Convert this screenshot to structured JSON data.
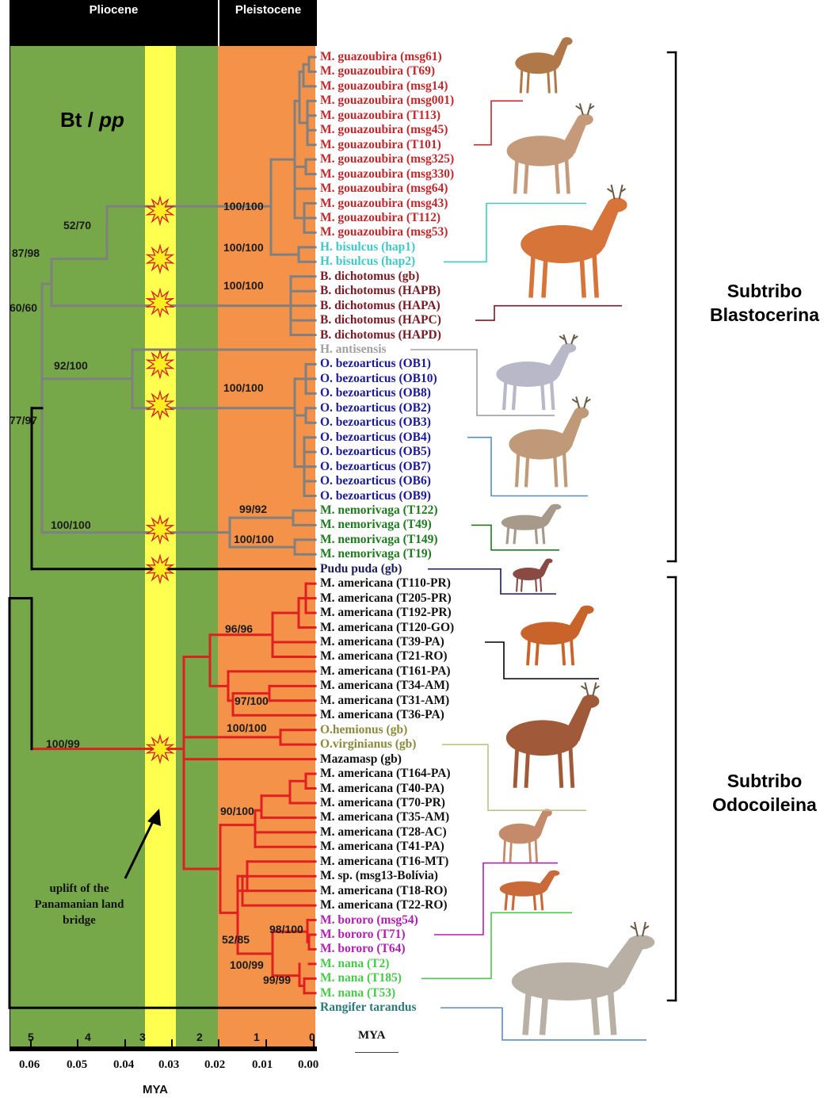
{
  "periods": {
    "pliocene": "Pliocene",
    "pleistocene": "Pleistocene"
  },
  "method": {
    "prefix": "Bt /",
    "suffix": "pp"
  },
  "annotation": "uplift of the Panamanian land bridge",
  "axis": {
    "top_ticks": [
      "5",
      "4",
      "3",
      "2",
      "1",
      "0"
    ],
    "top_unit": "MYA",
    "bottom_ticks": [
      "0.06",
      "0.05",
      "0.04",
      "0.03",
      "0.02",
      "0.01",
      "0.00"
    ],
    "bottom_label": "MYA"
  },
  "subtribes": {
    "blastocerina": [
      "Subtribo",
      "Blastocerina"
    ],
    "odocoileina": [
      "Subtribo",
      "Odocoileina"
    ]
  },
  "colors": {
    "pliocene_bg": "#76a84a",
    "pleistocene_bg": "#f4924a",
    "uplift_band": "#ffff4f",
    "guazoubira": "#c0282b",
    "bisulcus": "#40c8c8",
    "dichotomus": "#7a1a24",
    "antisensis": "#a0a0a0",
    "bezoarticus": "#1a1a9a",
    "nemorivaga": "#1f7a1f",
    "pudu": "#1a1a5a",
    "americana": "#111111",
    "odocoileus": "#8a8a3a",
    "bororo": "#b020b0",
    "nana": "#4ac84a",
    "rangifer": "#2a7a7a",
    "branch_grey": "#808080",
    "branch_red": "#e02020",
    "branch_black": "#000000"
  },
  "taxa": [
    {
      "label": "M. guazoubira (msg61)",
      "group": "guazoubira"
    },
    {
      "label": "M. gouazoubira (T69)",
      "group": "guazoubira"
    },
    {
      "label": "M. gouazoubira (msg14)",
      "group": "guazoubira"
    },
    {
      "label": "M. gouazoubira (msg001)",
      "group": "guazoubira"
    },
    {
      "label": "M. gouazoubira (T113)",
      "group": "guazoubira"
    },
    {
      "label": "M. gouazoubira (msg45)",
      "group": "guazoubira"
    },
    {
      "label": "M. gouazoubira (T101)",
      "group": "guazoubira"
    },
    {
      "label": "M. gouazoubira (msg325)",
      "group": "guazoubira"
    },
    {
      "label": "M. gouazoubira (msg330)",
      "group": "guazoubira"
    },
    {
      "label": "M. gouazoubira (msg64)",
      "group": "guazoubira"
    },
    {
      "label": "M. gouazoubira (msg43)",
      "group": "guazoubira"
    },
    {
      "label": "M. gouazoubira (T112)",
      "group": "guazoubira"
    },
    {
      "label": "M. gouazoubira (msg53)",
      "group": "guazoubira"
    },
    {
      "label": "H. bisulcus (hap1)",
      "group": "bisulcus"
    },
    {
      "label": "H. bisulcus (hap2)",
      "group": "bisulcus"
    },
    {
      "label": "B. dichotomus (gb)",
      "group": "dichotomus"
    },
    {
      "label": "B. dichotomus (HAPB)",
      "group": "dichotomus"
    },
    {
      "label": "B. dichotomus (HAPA)",
      "group": "dichotomus"
    },
    {
      "label": "B. dichotomus (HAPC)",
      "group": "dichotomus"
    },
    {
      "label": "B. dichotomus (HAPD)",
      "group": "dichotomus"
    },
    {
      "label": "H. antisensis",
      "group": "antisensis"
    },
    {
      "label": "O. bezoarticus (OB1)",
      "group": "bezoarticus"
    },
    {
      "label": "O. bezoarticus (OB10)",
      "group": "bezoarticus"
    },
    {
      "label": "O. bezoarticus (OB8)",
      "group": "bezoarticus"
    },
    {
      "label": "O. bezoarticus (OB2)",
      "group": "bezoarticus"
    },
    {
      "label": "O. bezoarticus (OB3)",
      "group": "bezoarticus"
    },
    {
      "label": "O. bezoarticus (OB4)",
      "group": "bezoarticus"
    },
    {
      "label": "O. bezoarticus (OB5)",
      "group": "bezoarticus"
    },
    {
      "label": "O. bezoarticus (OB7)",
      "group": "bezoarticus"
    },
    {
      "label": "O. bezoarticus (OB6)",
      "group": "bezoarticus"
    },
    {
      "label": "O. bezoarticus (OB9)",
      "group": "bezoarticus"
    },
    {
      "label": "M. nemorivaga (T122)",
      "group": "nemorivaga"
    },
    {
      "label": "M. nemorivaga (T49)",
      "group": "nemorivaga"
    },
    {
      "label": "M. nemorivaga (T149)",
      "group": "nemorivaga"
    },
    {
      "label": "M. nemorivaga (T19)",
      "group": "nemorivaga"
    },
    {
      "label": "Pudu puda (gb)",
      "group": "pudu"
    },
    {
      "label": "M. americana (T110-PR)",
      "group": "americana"
    },
    {
      "label": "M. americana (T205-PR)",
      "group": "americana"
    },
    {
      "label": "M. americana (T192-PR)",
      "group": "americana"
    },
    {
      "label": "M. americana (T120-GO)",
      "group": "americana"
    },
    {
      "label": "M. americana (T39-PA)",
      "group": "americana"
    },
    {
      "label": "M. americana (T21-RO)",
      "group": "americana"
    },
    {
      "label": "M. americana (T161-PA)",
      "group": "americana"
    },
    {
      "label": "M. americana (T34-AM)",
      "group": "americana"
    },
    {
      "label": "M. americana (T31-AM)",
      "group": "americana"
    },
    {
      "label": "M. americana (T36-PA)",
      "group": "americana"
    },
    {
      "label": "O.hemionus (gb)",
      "group": "odocoileus"
    },
    {
      "label": "O.virginianus (gb)",
      "group": "odocoileus"
    },
    {
      "label": "Mazamasp (gb)",
      "group": "americana"
    },
    {
      "label": "M. americana (T164-PA)",
      "group": "americana"
    },
    {
      "label": "M. americana (T40-PA)",
      "group": "americana"
    },
    {
      "label": "M. americana (T70-PR)",
      "group": "americana"
    },
    {
      "label": "M. americana (T35-AM)",
      "group": "americana"
    },
    {
      "label": "M. americana (T28-AC)",
      "group": "americana"
    },
    {
      "label": "M. americana (T41-PA)",
      "group": "americana"
    },
    {
      "label": "M. americana (T16-MT)",
      "group": "americana"
    },
    {
      "label": "M. sp. (msg13-Bolívia)",
      "group": "americana"
    },
    {
      "label": "M. americana (T18-RO)",
      "group": "americana"
    },
    {
      "label": "M. americana (T22-RO)",
      "group": "americana"
    },
    {
      "label": "M. bororo (msg54)",
      "group": "bororo"
    },
    {
      "label": "M. bororo (T71)",
      "group": "bororo"
    },
    {
      "label": "M. bororo (T64)",
      "group": "bororo"
    },
    {
      "label": "M. nana (T2)",
      "group": "nana"
    },
    {
      "label": "M. nana (T185)",
      "group": "nana"
    },
    {
      "label": "M. nana (T53)",
      "group": "nana"
    },
    {
      "label": "Rangifer tarandus",
      "group": "rangifer"
    }
  ],
  "supports": [
    "100/100",
    "52/70",
    "87/98",
    "100/100",
    "60/60",
    "100/100",
    "92/100",
    "100/100",
    "77/97",
    "99/92",
    "100/100",
    "100/100",
    "96/96",
    "97/100",
    "100/100",
    "100/99",
    "90/100",
    "98/100",
    "52/85",
    "100/99",
    "99/99"
  ],
  "illustrations": [
    "gray-brocket-deer",
    "gray-brocket-deer-buck",
    "marsh-deer",
    "taruca",
    "pampas-deer",
    "amazonian-brown-brocket",
    "pudu",
    "red-brocket",
    "white-tailed-deer",
    "red-brocket-fawn",
    "small-red-brocket",
    "reindeer"
  ]
}
